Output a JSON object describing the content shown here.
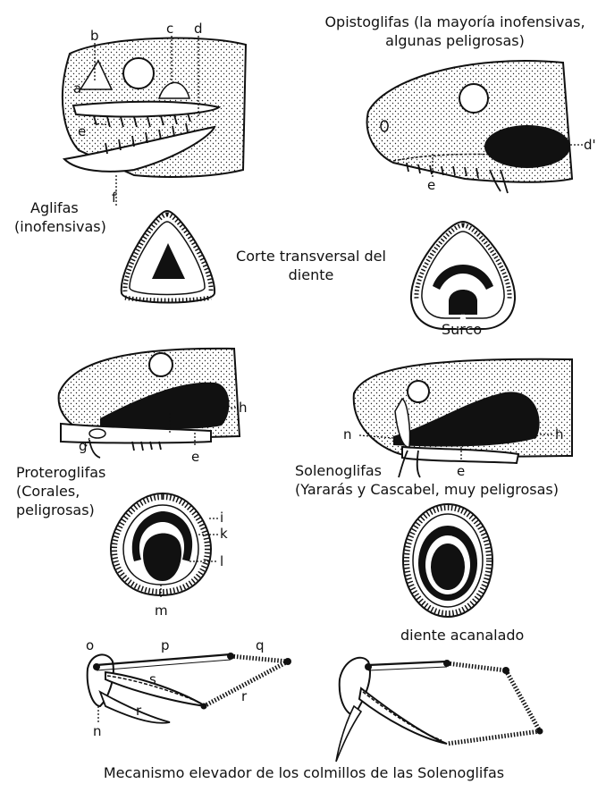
{
  "captions": {
    "opistoglifas": [
      "Opistoglifas (la mayoría inofensivas,",
      "algunas peligrosas)"
    ],
    "aglifas": [
      "Aglifas",
      "(inofensivas)"
    ],
    "corte": [
      "Corte transversal del",
      "diente"
    ],
    "surco": "Surco",
    "proteroglifas": [
      "Proteroglifas",
      "(Corales,",
      "peligrosas)"
    ],
    "solenoglifas": [
      "Solenoglifas",
      "(Yararás y Cascabel, muy peligrosas)"
    ],
    "diente_acanalado": "diente acanalado",
    "mecanismo": "Mecanismo elevador de los colmillos de las Solenoglifas"
  },
  "labels": {
    "a": "a",
    "b": "b",
    "c": "c",
    "d": "d",
    "d_prime": "d'",
    "e": "e",
    "f": "f",
    "g": "g",
    "h": "h",
    "i": "i",
    "k": "k",
    "l": "l",
    "m": "m",
    "n": "n",
    "o": "o",
    "p": "p",
    "q": "q",
    "r": "r",
    "s": "s"
  }
}
